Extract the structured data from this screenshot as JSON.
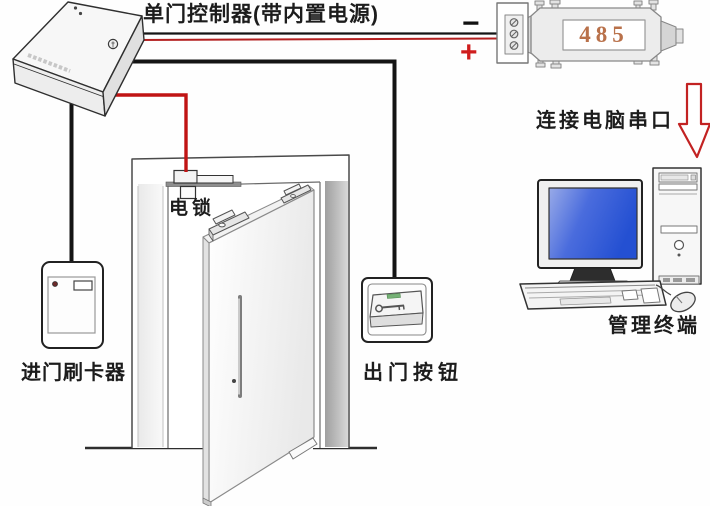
{
  "labels": {
    "controller": "单门控制器(带内置电源)",
    "minus": "−",
    "plus": "+",
    "converter": "485",
    "serial_note": "连接电脑串口",
    "electric_lock": "电锁",
    "entry_reader": "进门刷卡器",
    "exit_button": "出门按钮",
    "management_terminal": "管理终端"
  },
  "icons": {
    "down-arrow-icon": "⇓ red outlined arrow",
    "key-icon": "⚿ key engraving on exit button",
    "screw-icon": "⊘ terminal screws",
    "keyhole-icon": "◎ cabinet lock",
    "led-icon": "• status LEDs"
  },
  "colors": {
    "wire_black": "#141414",
    "wire_red": "#c01414",
    "label_485": "#b9714a",
    "plus_red": "#cf1d1d",
    "arrow_red": "#c22222",
    "screen_blue_start": "#93a7e6",
    "screen_blue_end": "#2450d2",
    "led_green": "#76b176"
  }
}
